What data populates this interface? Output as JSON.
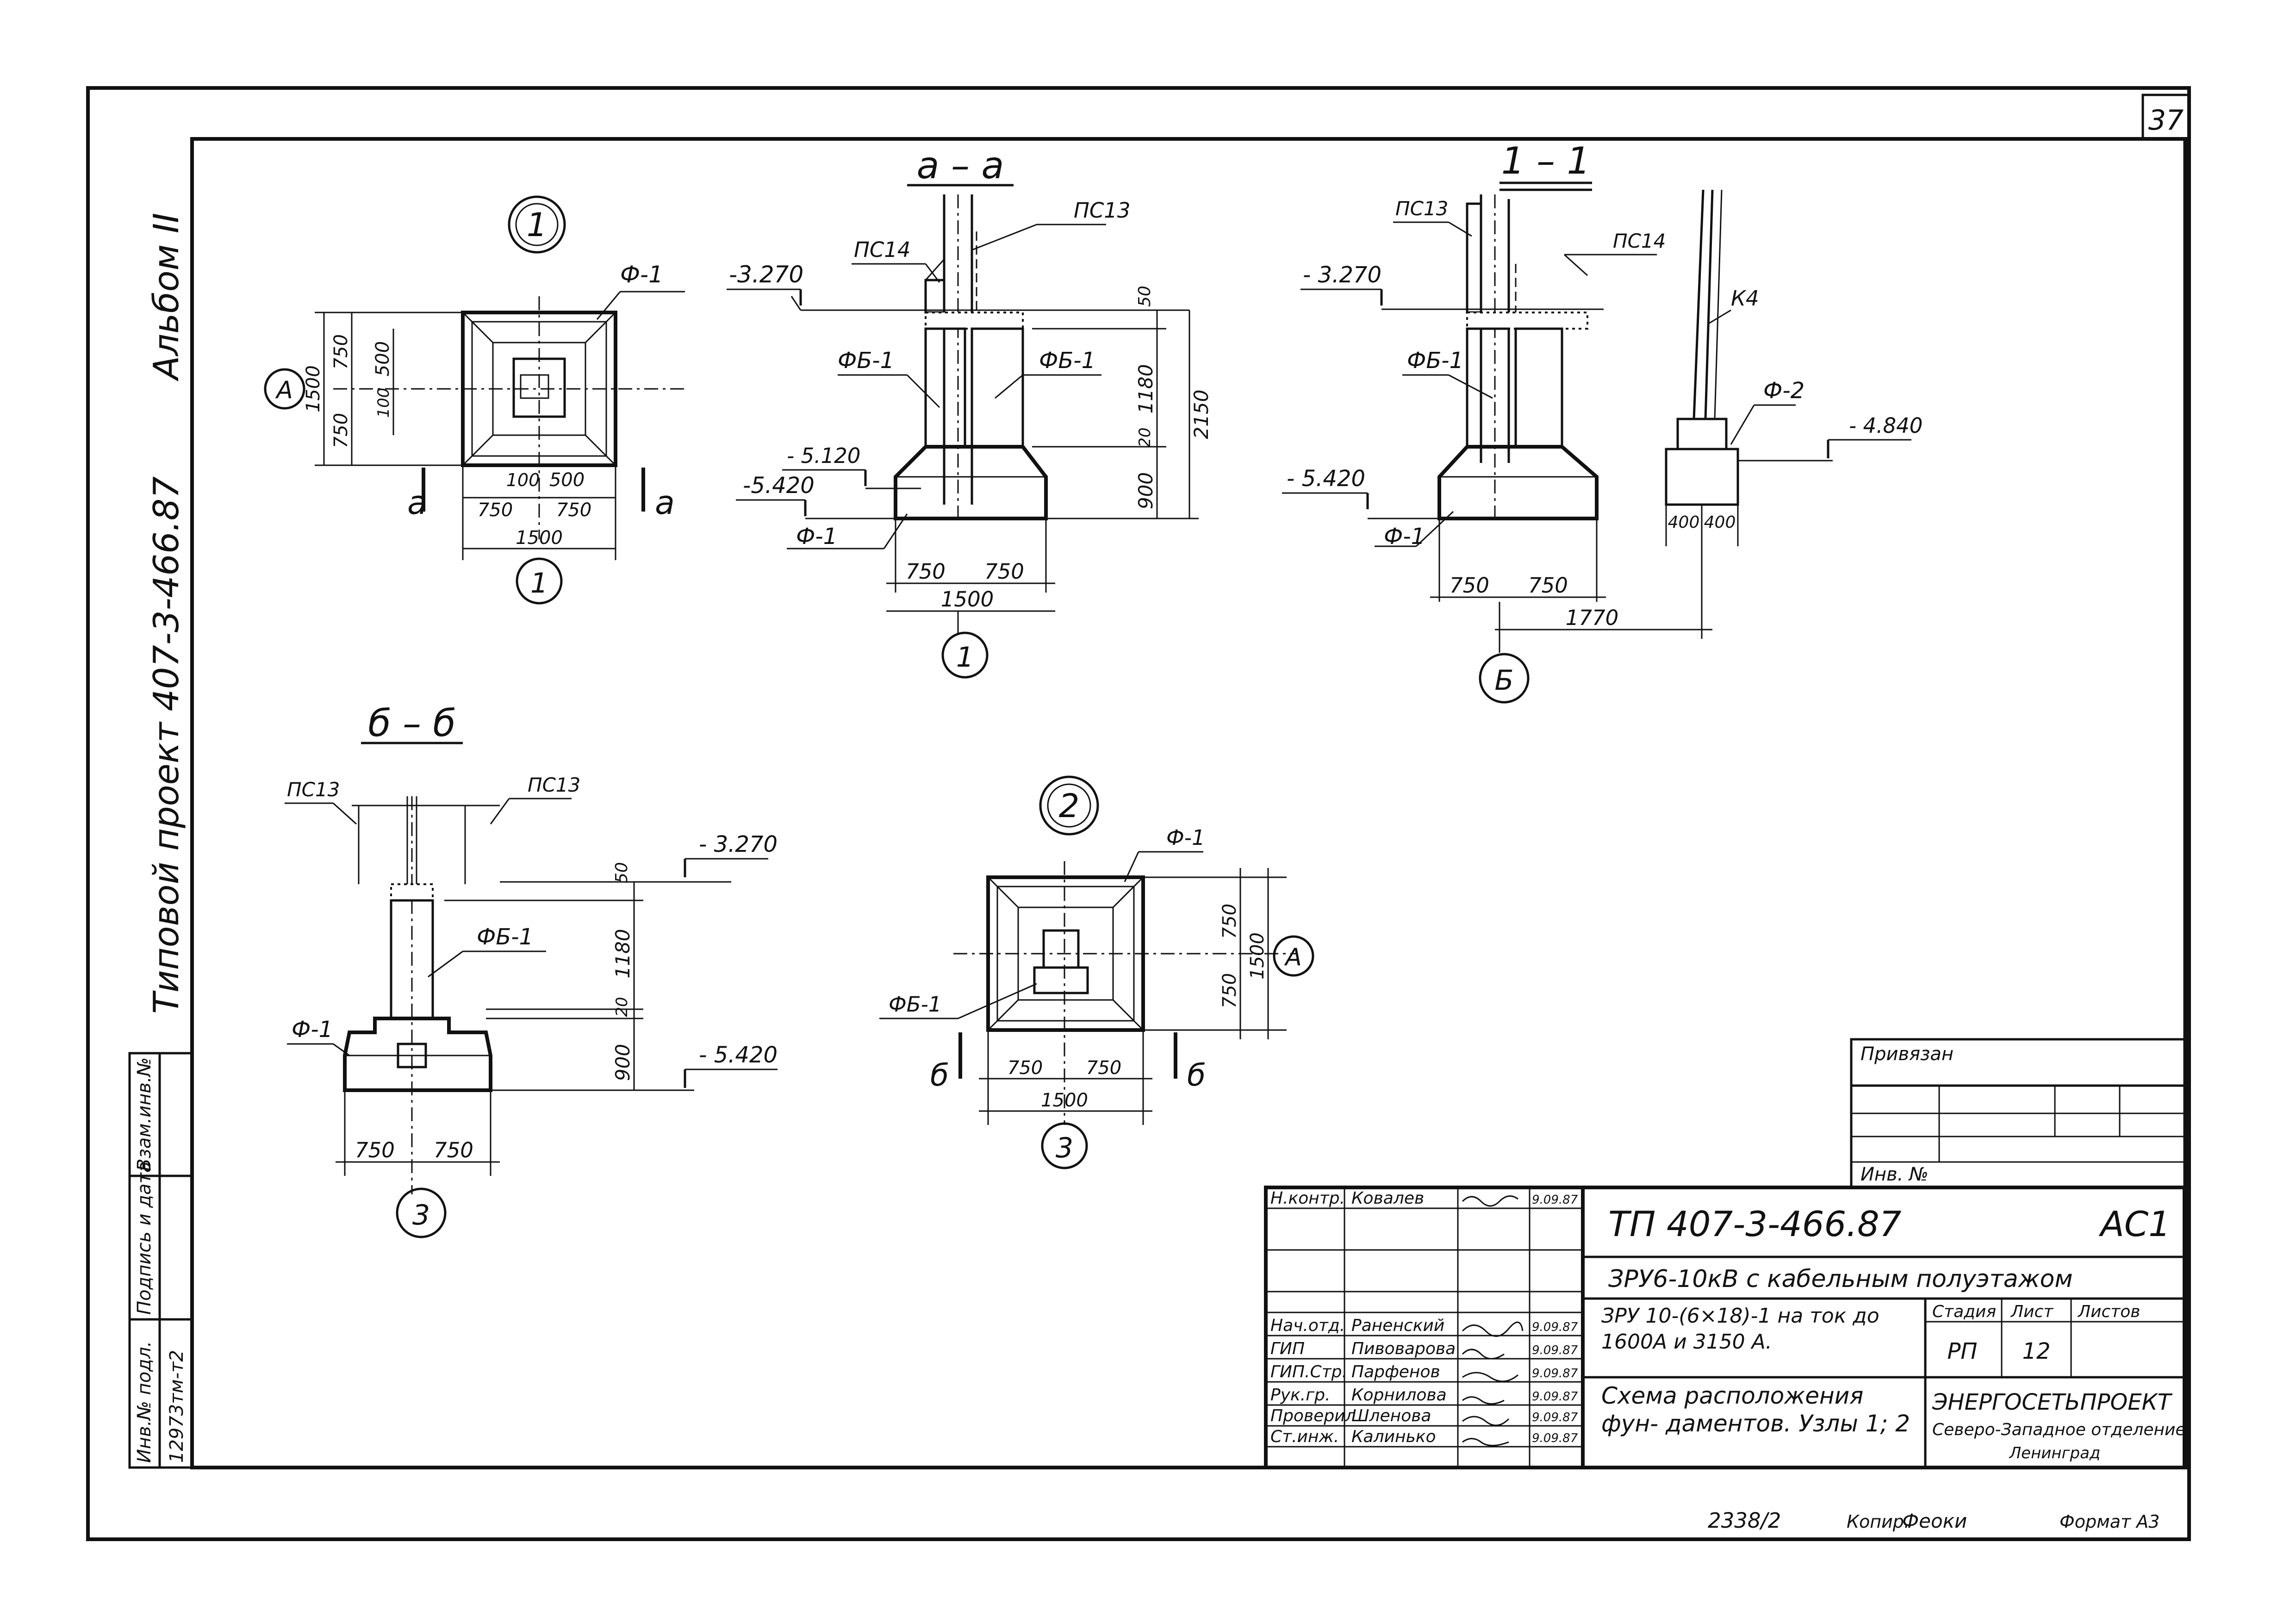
{
  "sheet": {
    "sheet_no": "37",
    "album": "Альбом II",
    "project": "Типовой проект 407-3-466.87"
  },
  "node1": {
    "circle": "1",
    "axis_a": "А",
    "axis_num": "1",
    "f1": "Ф-1",
    "dim_1500v": "1500",
    "dim_750a": "750",
    "dim_750b": "750",
    "dim_500": "500",
    "dim_100v": "100",
    "dim_100h": "100",
    "dim_500h": "500",
    "dim_750c": "750",
    "dim_750d": "750",
    "dim_1500h": "1500",
    "cut_a": "а"
  },
  "sec_aa": {
    "title": "а – а",
    "ps13": "ПС13",
    "ps14": "ПС14",
    "fb1a": "ФБ-1",
    "fb1b": "ФБ-1",
    "f1": "Ф-1",
    "lvl1": "-3.270",
    "lvl2": "- 5.120",
    "lvl3": "-5.420",
    "d50": "50",
    "d1180": "1180",
    "d20": "20",
    "d900": "900",
    "d2150": "2150",
    "d750a": "750",
    "d750b": "750",
    "d1500": "1500",
    "axis": "1"
  },
  "sec_11": {
    "title": "1 – 1",
    "ps13": "ПС13",
    "ps14": "ПС14",
    "fb1": "ФБ-1",
    "f1": "Ф-1",
    "f2": "Ф-2",
    "k4": "К4",
    "lvl1": "- 3.270",
    "lvl2": "- 5.420",
    "lvl3": "- 4.840",
    "d750a": "750",
    "d750b": "750",
    "d400a": "400",
    "d400b": "400",
    "d1770": "1770",
    "axis": "Б"
  },
  "sec_bb": {
    "title": "б – б",
    "ps13a": "ПС13",
    "ps13b": "ПС13",
    "fb1": "ФБ-1",
    "f1": "Ф-1",
    "lvl1": "- 3.270",
    "lvl2": "- 5.420",
    "d50": "50",
    "d1180": "1180",
    "d20": "20",
    "d900": "900",
    "d750a": "750",
    "d750b": "750",
    "axis": "3"
  },
  "node2": {
    "circle": "2",
    "f1": "Ф-1",
    "fb1": "ФБ-1",
    "axis_a": "А",
    "axis_num": "3",
    "d750a": "750",
    "d750b": "750",
    "d1500v": "1500",
    "d750c": "750",
    "d750d": "750",
    "d1500h": "1500",
    "cut_b": "б"
  },
  "stamp": {
    "privyazan": "Привязан",
    "inv_no": "Инв. №",
    "code": "ТП  407-3-466.87",
    "mark": "АС1",
    "object": "ЗРУ6-10кВ с кабельным полуэтажом",
    "subject": "ЗРУ 10-(6×18)-1  на ток до 1600А и 3150 А.",
    "drawing": "Схема расположения фун- даментов.  Узлы 1; 2",
    "stage_h": "Стадия",
    "sheet_h": "Лист",
    "sheets_h": "Листов",
    "stage": "РП",
    "sheet": "12",
    "org1": "ЭНЕРГОСЕТЬПРОЕКТ",
    "org2": "Северо-Западное отделение",
    "org3": "Ленинград",
    "rows": [
      {
        "role": "Н.контр.",
        "name": "Ковалев",
        "date": "9.09.87"
      },
      {
        "role": "Нач.отд.",
        "name": "Раненский",
        "date": "9.09.87"
      },
      {
        "role": "ГИП",
        "name": "Пивоварова",
        "date": "9.09.87"
      },
      {
        "role": "ГИП.Стр.",
        "name": "Парфенов",
        "date": "9.09.87"
      },
      {
        "role": "Рук.гр.",
        "name": "Корнилова",
        "date": "9.09.87"
      },
      {
        "role": "Проверил",
        "name": "Шленова",
        "date": "9.09.87"
      },
      {
        "role": "Ст.инж.",
        "name": "Калинько",
        "date": "9.09.87"
      }
    ]
  },
  "side_stamp": {
    "col1": "Инв.№ подл.",
    "col2": "Подпись и дата",
    "col3": "Взам.инв.№",
    "inv_val": "12973тм-т2"
  },
  "footer": {
    "num": "2338/2",
    "copy": "Копир.",
    "copy_sig": "Феоки",
    "format": "Формат А3"
  }
}
